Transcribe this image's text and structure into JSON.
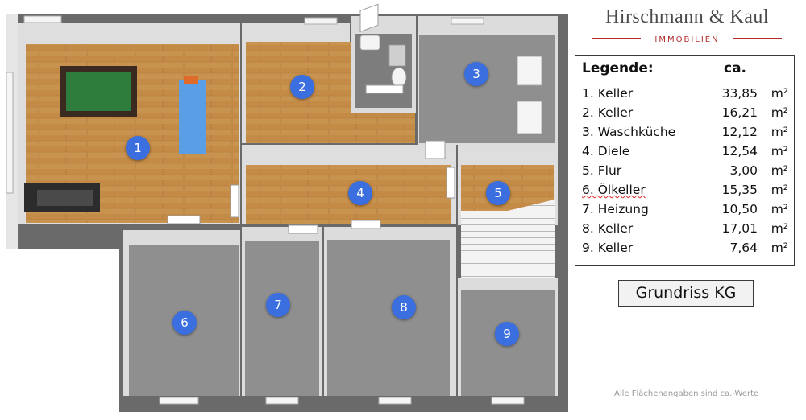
{
  "brand": {
    "name": "Hirschmann & Kaul",
    "subtitle": "IMMOBILIEN",
    "accent_color": "#b02a2a"
  },
  "legend": {
    "header": "Legende:",
    "ca_label": "ca.",
    "rows": [
      {
        "label": "1.  Keller",
        "value": "33,85",
        "unit": "m²"
      },
      {
        "label": "2. Keller",
        "value": "16,21",
        "unit": "m²"
      },
      {
        "label": "3. Waschküche",
        "value": "12,12",
        "unit": "m²"
      },
      {
        "label": "4. Diele",
        "value": "12,54",
        "unit": "m²"
      },
      {
        "label": "5. Flur",
        "value": "3,00",
        "unit": "m²"
      },
      {
        "label": "6. Ölkeller",
        "value": "15,35",
        "unit": "m²"
      },
      {
        "label": "7. Heizung",
        "value": "10,50",
        "unit": "m²"
      },
      {
        "label": "8. Keller",
        "value": "17,01",
        "unit": "m²"
      },
      {
        "label": "9. Keller",
        "value": "7,64",
        "unit": "m²"
      }
    ]
  },
  "plan_title": "Grundriss KG",
  "footnote": "Alle Flächenangaben sind ca.-Werte",
  "room_markers": [
    "1",
    "2",
    "3",
    "4",
    "5",
    "6",
    "7",
    "8",
    "9"
  ],
  "colors": {
    "marker": "#3b6fe0",
    "wood": "#c8924f",
    "grey_floor": "#8f8f8f",
    "wall": "#555555"
  }
}
